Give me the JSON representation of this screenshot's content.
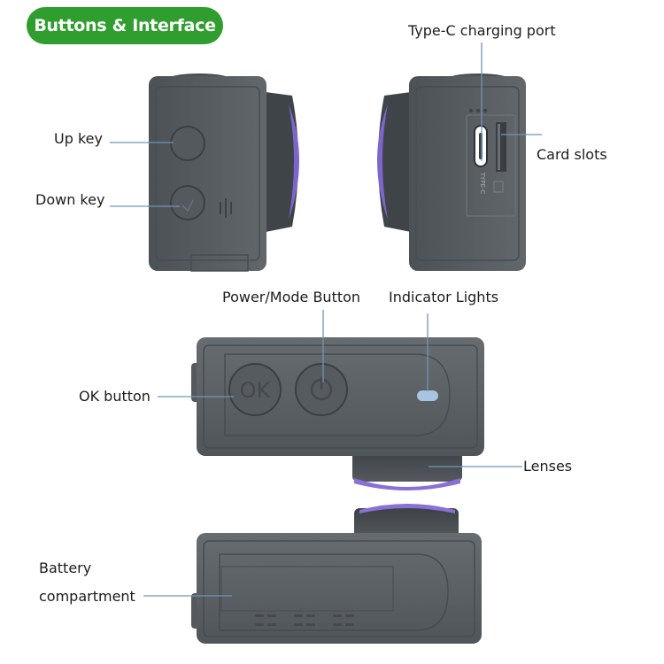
{
  "title": "Buttons & Interface",
  "labels": {
    "up_key": "Up key",
    "down_key": "Down key",
    "type_c_port": "Type-C charging port",
    "card_slots": "Card slots",
    "power_mode": "Power/Mode Button",
    "indicator_lights": "Indicator Lights",
    "ok_button": "OK button",
    "lenses": "Lenses",
    "battery_line1": "Battery",
    "battery_line2": "compartment"
  },
  "port_text": "TYPE-C",
  "ok_glyph": "OK",
  "colors": {
    "badge": "#2f9e2f",
    "body": "#5b6064",
    "body_dark": "#3f4448",
    "leader": "#6f96b3",
    "indicator": "#a9c4e0"
  },
  "icons": [
    "up-key-icon",
    "down-key-icon",
    "power-mode-icon",
    "indicator-light-icon",
    "type-c-port-icon",
    "card-slot-icon",
    "lens-icon"
  ]
}
